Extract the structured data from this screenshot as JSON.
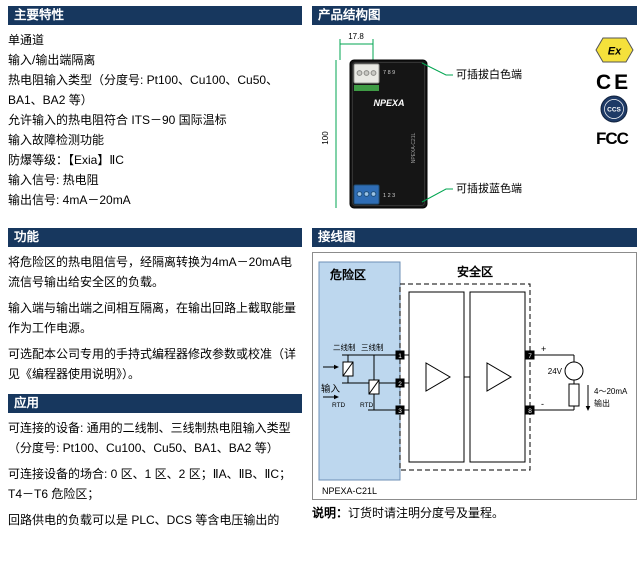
{
  "colors": {
    "section_header_bg": "#17375E",
    "hazard_zone_bg": "#BDD7EE",
    "annotation_green": "#00A550",
    "atex_yellow": "#F5E13B",
    "terminal_blue": "#2F6DB5"
  },
  "left": {
    "features": {
      "title": "主要特性",
      "items": [
        "单通道",
        "输入/输出端隔离",
        "热电阻输入类型（分度号: Pt100、Cu100、Cu50、BA1、BA2 等）",
        "允许输入的热电阻符合 ITS－90 国际温标",
        "输入故障检测功能",
        "防爆等级：【Exia】ⅡC",
        "输入信号: 热电阻",
        "输出信号: 4mA－20mA"
      ]
    },
    "function": {
      "title": "功能",
      "paragraphs": [
        "将危险区的热电阻信号，经隔离转换为4mA－20mA电流信号输出给安全区的负载。",
        "输入端与输出端之间相互隔离，在输出回路上截取能量作为工作电源。",
        "可选配本公司专用的手持式编程器修改参数或校准（详见《编程器使用说明》）。"
      ]
    },
    "application": {
      "title": "应用",
      "paragraphs": [
        "可连接的设备: 通用的二线制、三线制热电阻输入类型（分度号: Pt100、Cu100、Cu50、BA1、BA2 等）",
        "可连接设备的场合: 0 区、1 区、2 区；ⅡA、ⅡB、ⅡC；T4－T6 危险区；",
        "回路供电的负载可以是 PLC、DCS 等含电压输出的"
      ]
    }
  },
  "structure": {
    "title": "产品结构图",
    "dim_width": "17.8",
    "dim_height": "100",
    "label_white_terminal": "可插拔白色端",
    "label_blue_terminal": "可插拔蓝色端",
    "brand": "NPEXA",
    "top_terminal_numbers": "7 8 9",
    "bottom_terminal_numbers": "1 2 3",
    "certs": {
      "atex": "Ex",
      "ce": "CE",
      "ccs": "CCS",
      "fcc": "FCC"
    }
  },
  "wiring": {
    "title": "接线图",
    "hazard_zone": "危险区",
    "safe_zone": "安全区",
    "two_wire": "二线制",
    "three_wire": "三线制",
    "input": "输入",
    "rtd": "RTD",
    "terminal_1": "1",
    "terminal_2": "2",
    "terminal_3": "3",
    "terminal_7": "7",
    "terminal_8": "8",
    "plus": "+",
    "minus": "-",
    "supply": "24V",
    "output_line1": "4～20mA",
    "output_line2": "输出",
    "model": "NPEXA-C21L"
  },
  "note": {
    "label": "说明：",
    "text": "订货时请注明分度号及量程。"
  }
}
